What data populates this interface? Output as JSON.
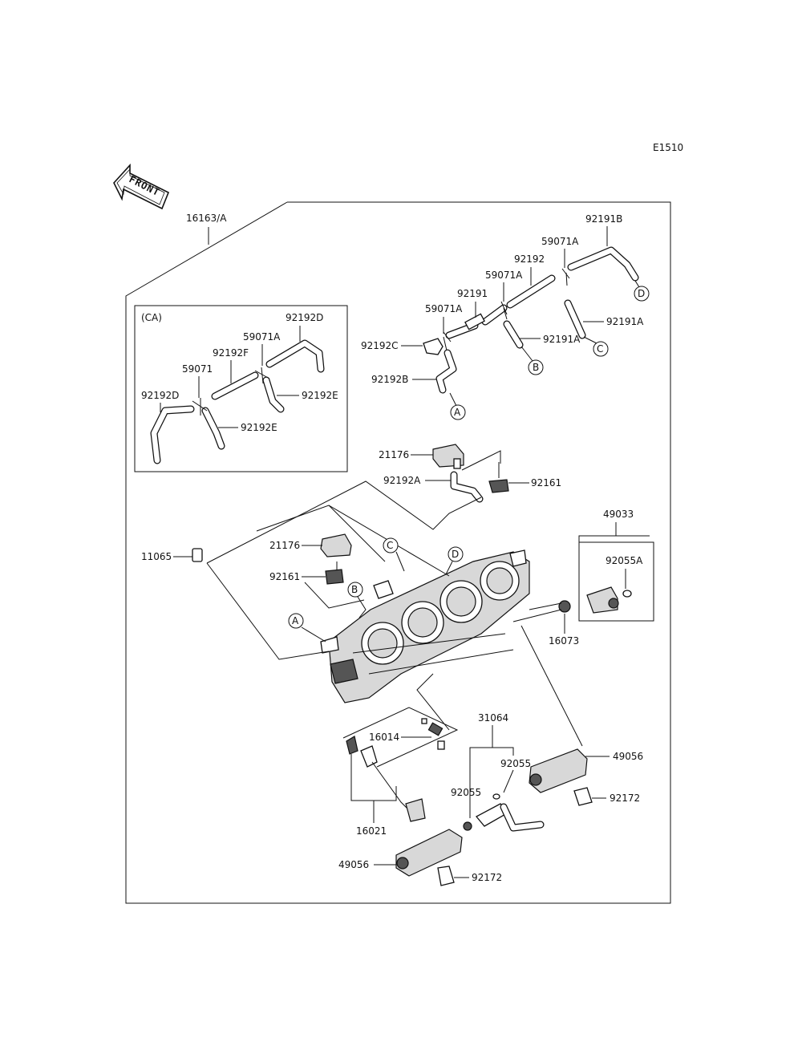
{
  "diagram_code": "E1510",
  "front_label": "FRONT",
  "ca_title": "(CA)",
  "callout_letters": [
    "A",
    "B",
    "C",
    "D"
  ],
  "parts": {
    "p16163A": "16163/A",
    "p92191B": "92191B",
    "p59071A_3": "59071A",
    "p92192": "92192",
    "p59071A_2": "59071A",
    "p92191": "92191",
    "p59071A_1": "59071A",
    "p92192C": "92192C",
    "p92192B": "92192B",
    "p92191A_1": "92191A",
    "p92191A_2": "92191A",
    "ca_92192D_top": "92192D",
    "ca_59071A": "59071A",
    "ca_92192F": "92192F",
    "ca_59071": "59071",
    "ca_92192D_left": "92192D",
    "ca_92192E_right": "92192E",
    "ca_92192E_bottom": "92192E",
    "p21176_top": "21176",
    "p92192A": "92192A",
    "p92161_top": "92161",
    "p49033": "49033",
    "p92055A": "92055A",
    "p16073": "16073",
    "p11065": "11065",
    "p21176_mid": "21176",
    "p92161_mid": "92161",
    "p16014": "16014",
    "p31064": "31064",
    "p92055_right": "92055",
    "p92055_left": "92055",
    "p49056_right": "49056",
    "p92172_right": "92172",
    "p16021": "16021",
    "p49056_left": "49056",
    "p92172_left": "92172"
  }
}
